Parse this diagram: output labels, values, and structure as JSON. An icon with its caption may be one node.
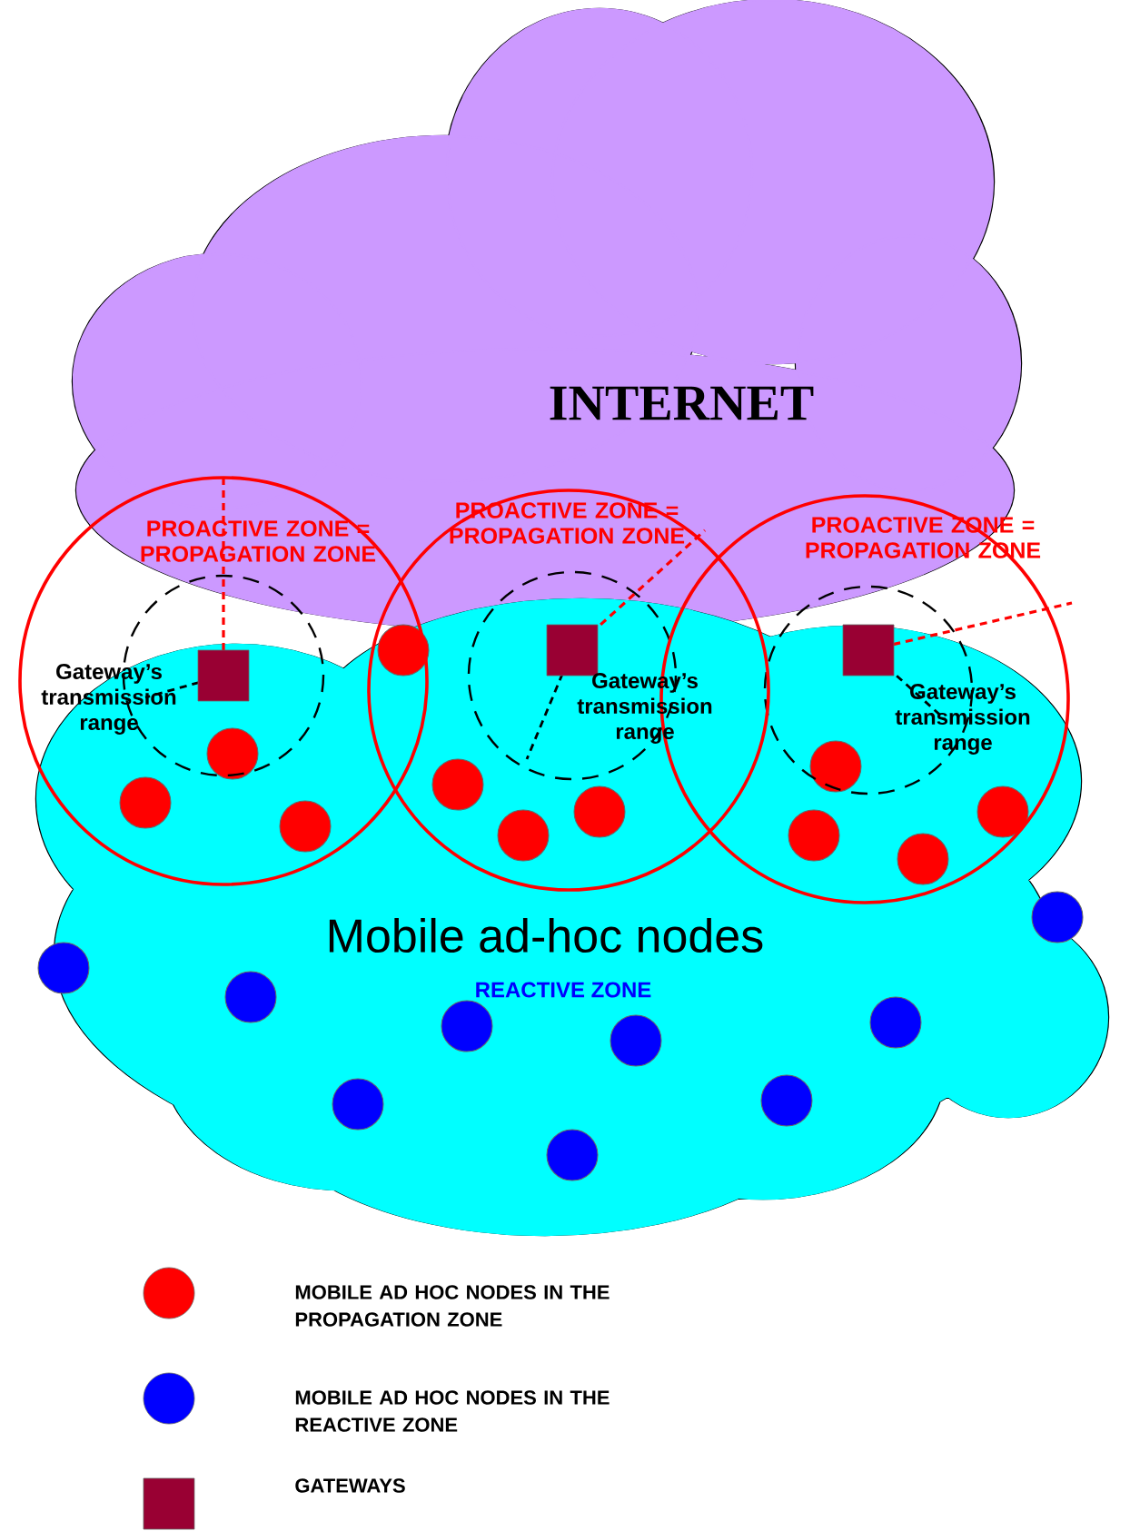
{
  "diagram": {
    "nodes": [
      {
        "text": [
          "INTERNET"
        ]
      },
      {
        "text": [
          "Mobile ad-hoc nodes",
          "REACTIVE ZONE"
        ]
      },
      {
        "text": [
          "PROACTIVE ZONE = PROPAGATION ZONE"
        ]
      },
      {
        "text": [
          "PROACTIVE ZONE = PROPAGATION ZONE"
        ]
      },
      {
        "text": [
          "PROACTIVE ZONE = PROPAGATION ZONE"
        ]
      }
    ],
    "labels": [
      "Gateway’s transmission range",
      "Gateway’s transmission range",
      "Gateway’s transmission range"
    ],
    "legend": [
      {
        "text": "MOBILE AD HOC NODES IN THE PROPAGATION ZONE",
        "color": "#ff0000"
      },
      {
        "text": "MOBILE AD HOC NODES IN THE REACTIVE ZONE",
        "color": "#0000ff"
      },
      {
        "text": "GATEWAYS",
        "color": "#990033"
      }
    ]
  }
}
